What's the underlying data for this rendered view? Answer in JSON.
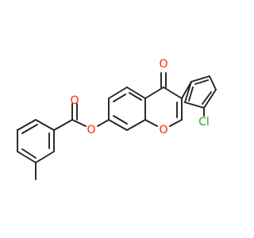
{
  "molecule": {
    "atoms": {
      "carbonyl_oxygen": {
        "label": "O",
        "color": "#ff2200"
      },
      "ester_oxygen": {
        "label": "O",
        "color": "#ff2200"
      },
      "carbonyl_ester_oxygen": {
        "label": "O",
        "color": "#ff2200"
      },
      "ring_oxygen": {
        "label": "O",
        "color": "#ff2200"
      },
      "chlorine": {
        "label": "Cl",
        "color": "#22aa22"
      }
    },
    "bond_color": "#222222"
  }
}
